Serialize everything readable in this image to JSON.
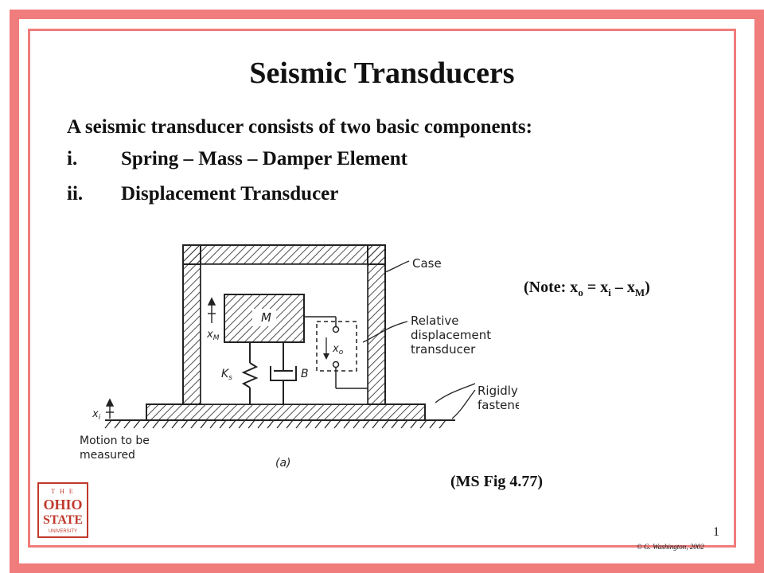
{
  "slide": {
    "title": "Seismic Transducers",
    "intro": "A seismic transducer consists of two basic components:",
    "items": [
      {
        "num": "i.",
        "text": "Spring – Mass – Damper Element"
      },
      {
        "num": "ii.",
        "text": "Displacement Transducer"
      }
    ],
    "note": {
      "prefix": "(Note: x",
      "sub1": "o",
      "mid1": " = x",
      "sub2": "i",
      "mid2": " – x",
      "sub3": "M",
      "suffix": ")"
    },
    "figure_ref": "(MS Fig 4.77)",
    "page_number": "1",
    "copyright": "© G. Washington, 2002"
  },
  "diagram": {
    "labels": {
      "case": "Case",
      "mass": "M",
      "x_m": "x",
      "x_m_sub": "M",
      "relative_1": "Relative",
      "relative_2": "displacement",
      "relative_3": "transducer",
      "x_o": "x",
      "x_o_sub": "o",
      "spring": "K",
      "spring_sub": "s",
      "damper": "B",
      "rigid_1": "Rigidly",
      "rigid_2": "fastened",
      "x_i": "x",
      "x_i_sub": "i",
      "motion_1": "Motion to be",
      "motion_2": "measured",
      "part": "(a)"
    }
  },
  "logo": {
    "line1": "T H E",
    "line2": "OHIO",
    "line3": "STATE",
    "line4": "UNIVERSITY"
  },
  "colors": {
    "frame": "#f07c7c",
    "logo": "#c0392b"
  }
}
